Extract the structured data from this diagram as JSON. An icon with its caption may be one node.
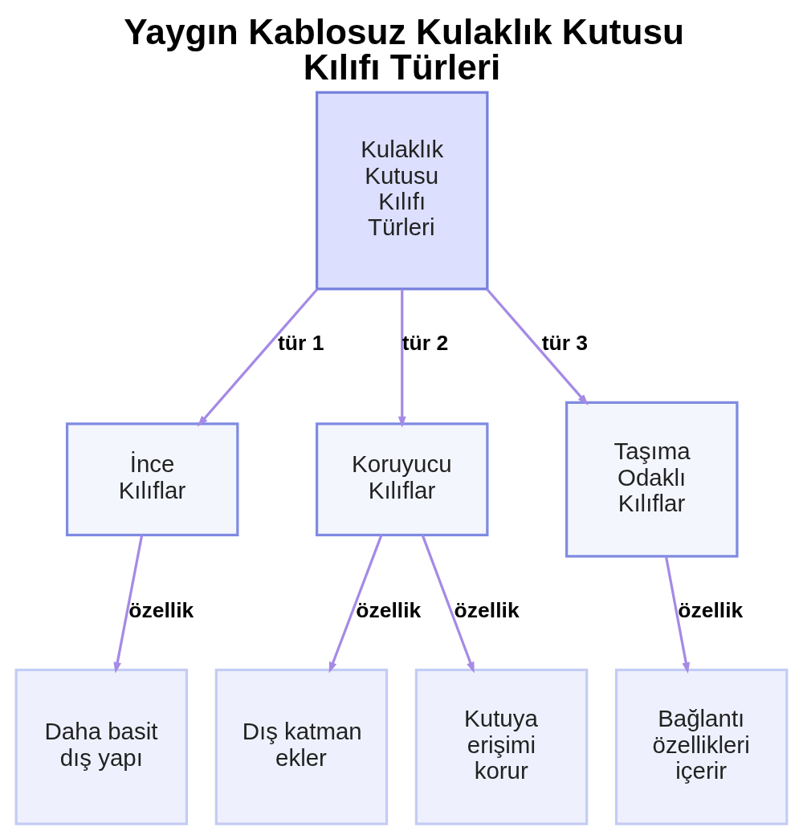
{
  "diagram": {
    "title": "Yaygın Kablosuz Kulaklık Kutusu Kılıfı Türleri",
    "nodes": [
      {
        "text": [
          "Kulaklık Kutusu Kılıfı Türleri"
        ]
      },
      {
        "text": [
          "İnce Kılıflar"
        ]
      },
      {
        "text": [
          "Koruyucu Kılıflar"
        ]
      },
      {
        "text": [
          "Taşıma Odaklı Kılıflar"
        ]
      },
      {
        "text": [
          "Daha basit dış yapı"
        ]
      },
      {
        "text": [
          "Dış katman ekler"
        ]
      },
      {
        "text": [
          "Kutuya erişimi korur"
        ]
      },
      {
        "text": [
          "Bağlantı özellikleri içerir"
        ]
      }
    ],
    "edges": [
      {
        "from": 0,
        "to": 1,
        "arrow": "to",
        "label": "tür 1"
      },
      {
        "from": 0,
        "to": 2,
        "arrow": "to",
        "label": "tür 2"
      },
      {
        "from": 0,
        "to": 3,
        "arrow": "to",
        "label": "tür 3"
      },
      {
        "from": 1,
        "to": 4,
        "arrow": "to",
        "label": "özellik"
      },
      {
        "from": 2,
        "to": 5,
        "arrow": "to",
        "label": "özellik"
      },
      {
        "from": 2,
        "to": 6,
        "arrow": "to",
        "label": "özellik"
      },
      {
        "from": 3,
        "to": 7,
        "arrow": "to",
        "label": "özellik"
      }
    ]
  }
}
